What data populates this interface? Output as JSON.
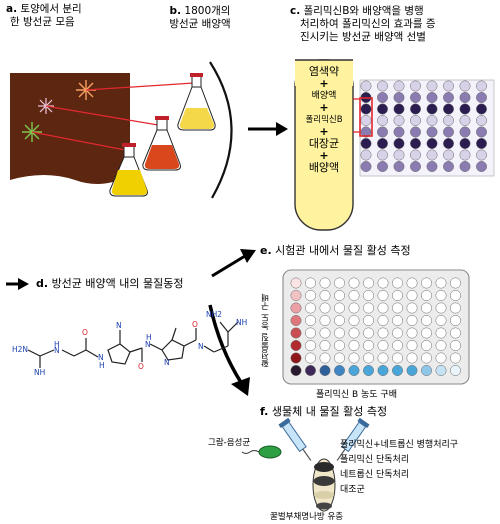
{
  "panel_a": {
    "letter": "a.",
    "line1": "토양에서 분리",
    "line2": "한 방선균 모음"
  },
  "panel_b": {
    "letter": "b.",
    "line1": "1800개의",
    "line2": "방선균 배양액"
  },
  "panel_c": {
    "letter": "c.",
    "line1": "폴리믹신B와 배양액을 병행",
    "line2": "처리하여 폴리믹신의 효과를 증",
    "line3": "진시키는 방선균 배양액 선별"
  },
  "tube": {
    "items": [
      "염색약",
      "+",
      "배양액",
      "+",
      "폴리믹신B",
      "+",
      "대장균",
      "+",
      "배양액"
    ]
  },
  "panel_d": {
    "letter": "d.",
    "text": "방선균 배양액 내의 물질동정"
  },
  "panel_e": {
    "letter": "e.",
    "text": "시험관 내에서 물질 활성 측정",
    "y_label": "활성물질 농도 구배",
    "x_label": "폴리믹신 B 농도 구배"
  },
  "panel_f": {
    "letter": "f.",
    "text": "생물체 내 물질 활성 측정",
    "bacteria_label": "그람-음성균",
    "legend": [
      "폴리믹신+네트롭신 병행처리구",
      "폴리믹신 단독처리",
      "네트롭신 단독처리",
      "대조군"
    ],
    "larva_label": "꿀벌부채명나방 유충"
  },
  "molecule": {
    "atoms": [
      "H2N",
      "NH",
      "H",
      "N",
      "O",
      "N",
      "H",
      "N",
      "NH2",
      "NH",
      "O",
      "N",
      "H",
      "O",
      "N",
      "N"
    ]
  },
  "colors": {
    "soil": "#5c2610",
    "link_red": "#e0282e",
    "tube_fill": "#fff3a0",
    "plate_dark": "#2b1d50",
    "plate_mid": "#8a7cb0",
    "plate_light": "#d8d2e8",
    "red_grad_dark": "#6e0c10",
    "blue_grad": "#4aa6d8",
    "bacterium": "#2ea043"
  }
}
